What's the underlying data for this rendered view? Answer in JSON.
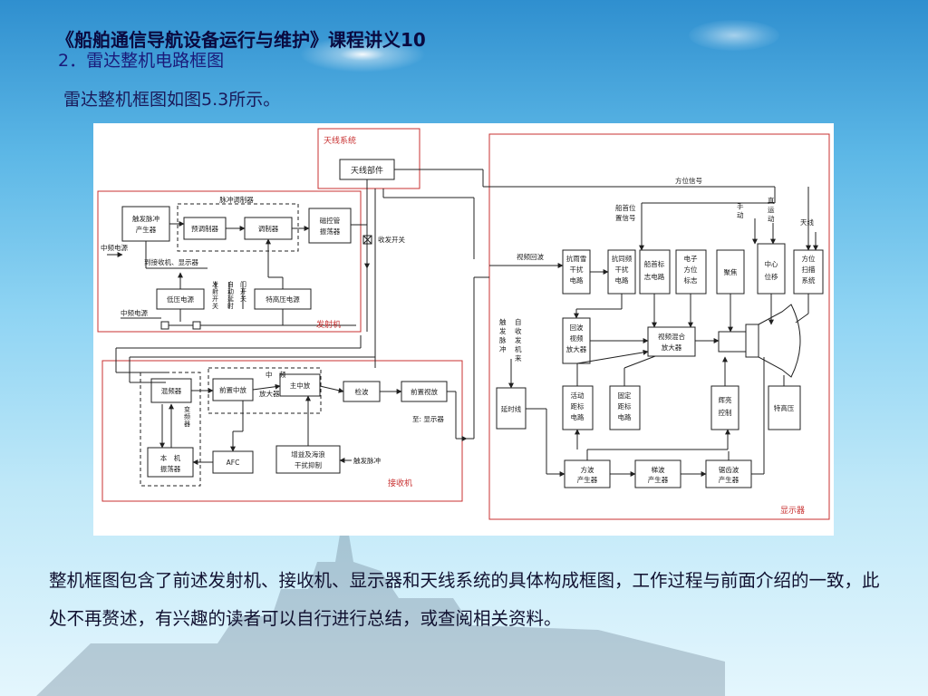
{
  "slide": {
    "title": "《船舶通信导航设备运行与维护》课程讲义10",
    "subtitle": "2．雷达整机电路框图",
    "intro": "雷达整机框图如图5.3所示。",
    "body": "整机框图包含了前述发射机、接收机、显示器和天线系统的具体构成框图，工作过程与前面介绍的一致，此处不再赘述，有兴趣的读者可以自行进行总结，或查阅相关资料。"
  },
  "diagram": {
    "antenna_system": {
      "title": "天线系统",
      "part": "天线部件"
    },
    "transmitter": {
      "title": "发射机",
      "trigger_gen": [
        "触发脉冲",
        "产生器"
      ],
      "modulator_group": "脉冲调制器",
      "premod": "预调制器",
      "modulator": "调制器",
      "magnetron": [
        "磁控管",
        "振荡器"
      ],
      "lv_supply": "低压电源",
      "hv_supply": "特高压电源",
      "if_supply_1": "中频电源",
      "if_supply_2": "中频电源",
      "to_receiver_display": "到接收机、显示器",
      "switch_transmit": [
        "发",
        "射",
        "开",
        "关"
      ],
      "switch_auto": [
        "自",
        "动",
        "延",
        "时"
      ],
      "switch_door": [
        "门",
        "开",
        "关"
      ]
    },
    "tr_switch": "收发开关",
    "receiver": {
      "title": "接收机",
      "mixer": "混频器",
      "preamp": "前置中放",
      "if_amp_label": [
        "中　频",
        "放大器"
      ],
      "main_if": "主中放",
      "detector": "检波",
      "video_pre": "前置视放",
      "to_display": "至: 显示器",
      "local_osc": [
        "本　机",
        "振荡器"
      ],
      "afc": "AFC",
      "stc": [
        "增益及海浪",
        "干扰抑制"
      ],
      "trigger_in": "触发脉冲",
      "mixer_tag": [
        "变",
        "频",
        "器"
      ]
    },
    "display": {
      "title": "显示器",
      "bearing_signal": "方位信号",
      "heading_signal": [
        "船首位",
        "置信号"
      ],
      "video_echo": "视频回波",
      "rain": [
        "抗雨雪",
        "干扰",
        "电路"
      ],
      "same_freq": [
        "抗同频",
        "干扰",
        "电路"
      ],
      "heading_mark": [
        "船首标",
        "志电路"
      ],
      "e_bearing": [
        "电子",
        "方位",
        "标志"
      ],
      "focus": "聚焦",
      "center_pos": [
        "中心",
        "位移"
      ],
      "bearing_scan": [
        "方位",
        "扫描",
        "系统"
      ],
      "manual": [
        "手",
        "动"
      ],
      "auto_true": [
        "真",
        "运",
        "动"
      ],
      "trigger_pulse": [
        "触",
        "发",
        "脉",
        "冲"
      ],
      "from_receiver": [
        "自",
        "收",
        "发",
        "机",
        "来"
      ],
      "echo_video_amp": [
        "回波",
        "视频",
        "放大器"
      ],
      "video_mixer": [
        "视频混合",
        "放大器"
      ],
      "delay_line": "延时线",
      "var_range": [
        "活动",
        "距标",
        "电路"
      ],
      "fixed_range": [
        "固定",
        "距标",
        "电路"
      ],
      "brightening": [
        "辉亮",
        "控制"
      ],
      "eht": "特高压",
      "square_wave": [
        "方波",
        "产生器"
      ],
      "trapezoid": [
        "梯波",
        "产生器"
      ],
      "sawtooth": [
        "锯齿波",
        "产生器"
      ],
      "antenna": "天线"
    },
    "colors": {
      "frame": "#c83030",
      "line": "#202020",
      "title_red": "#c83030"
    }
  }
}
